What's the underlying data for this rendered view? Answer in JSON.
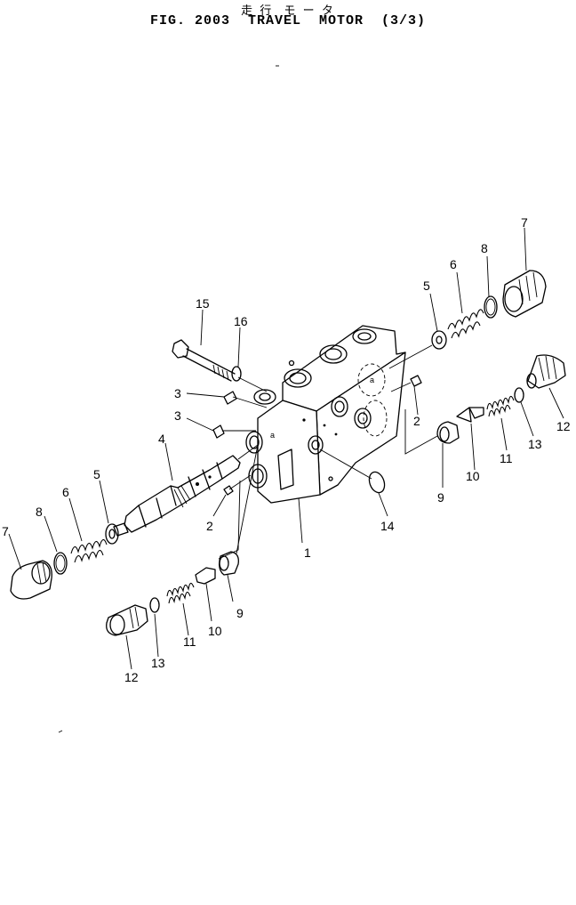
{
  "header": {
    "jp_title": "走 行  モ ー タ",
    "en_title": "FIG. 2003  TRAVEL  MOTOR  (3/3)"
  },
  "callouts": {
    "c1": "1",
    "c2a": "2",
    "c2b": "2",
    "c3a": "3",
    "c3b": "3",
    "c4": "4",
    "c5a": "5",
    "c5b": "5",
    "c6a": "6",
    "c6b": "6",
    "c7a": "7",
    "c7b": "7",
    "c8a": "8",
    "c8b": "8",
    "c9a": "9",
    "c9b": "9",
    "c10a": "10",
    "c10b": "10",
    "c11a": "11",
    "c11b": "11",
    "c12a": "12",
    "c12b": "12",
    "c13a": "13",
    "c13b": "13",
    "c14": "14",
    "c15": "15",
    "c16": "16"
  },
  "inline_marks": {
    "a1": "a",
    "a2": "a"
  }
}
